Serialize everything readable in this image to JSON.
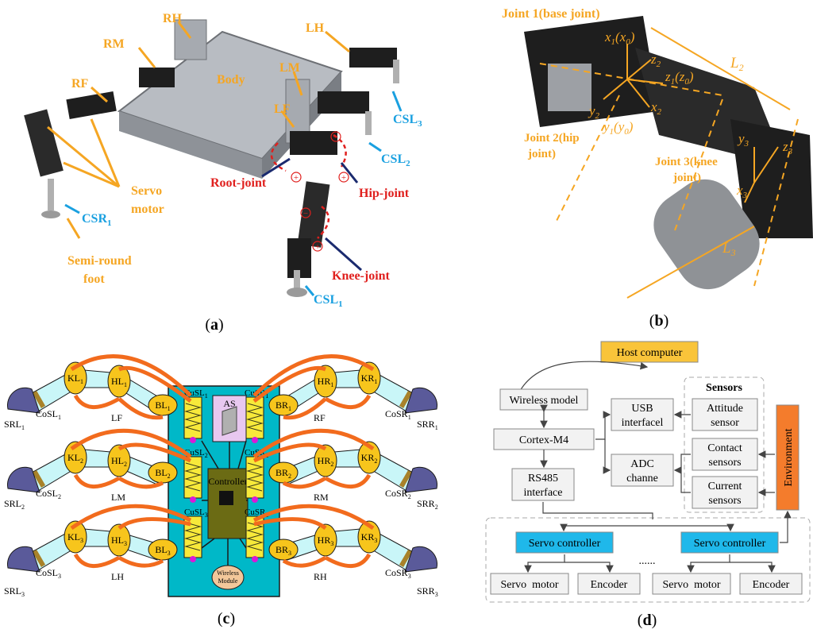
{
  "captions": {
    "a": {
      "open": "(",
      "letter": "a",
      "close": ")"
    },
    "b": {
      "open": "(",
      "letter": "b",
      "close": ")"
    },
    "c": {
      "open": "(",
      "letter": "c",
      "close": ")"
    },
    "d": {
      "open": "(",
      "letter": "d",
      "close": ")"
    }
  },
  "panel_a": {
    "labels": {
      "rh": "RH",
      "lh": "LH",
      "rm": "RM",
      "lm": "LM",
      "rf": "RF",
      "lf": "LF",
      "body": "Body",
      "servo1": "Servo",
      "servo2": "motor",
      "semi1": "Semi-round",
      "semi2": "foot",
      "csr1": "CSR",
      "csr1_sub": "1",
      "csl3": "CSL",
      "csl3_sub": "3",
      "csl2": "CSL",
      "csl2_sub": "2",
      "csl1": "CSL",
      "csl1_sub": "1",
      "root_joint": "Root-joint",
      "hip_joint": "Hip-joint",
      "knee_joint": "Knee-joint",
      "plus": "+",
      "minus": "−"
    }
  },
  "panel_b": {
    "labels": {
      "joint1": "Joint 1(base joint)",
      "joint2a": "Joint 2(hip",
      "joint2b": "joint)",
      "joint3a": "Joint 3(knee",
      "joint3b": "joint)",
      "x1": "x",
      "x1_sub": "1",
      "x1_paren": "(x",
      "x1_paren_sub": "0",
      "x1_close": ")",
      "z2": "z",
      "z2_sub": "2",
      "z1": "z",
      "z1_sub": "1",
      "z1_paren": "(z",
      "z1_paren_sub": "0",
      "z1_close": ")",
      "x2": "x",
      "x2_sub": "2",
      "y2": "y",
      "y2_sub": "2",
      "y1": "y",
      "y1_sub": "1",
      "y1_paren": "(y",
      "y1_paren_sub": "0",
      "y1_close": ")",
      "y3": "y",
      "y3_sub": "3",
      "z3": "z",
      "z3_sub": "3",
      "x3": "x",
      "x3_sub": "3",
      "l2": "L",
      "l2_sub": "2",
      "l3": "L",
      "l3_sub": "3"
    }
  },
  "panel_c": {
    "labels": {
      "kl1": "KL",
      "kl1_sub": "1",
      "hl1": "HL",
      "hl1_sub": "1",
      "bl1": "BL",
      "bl1_sub": "1",
      "kl2": "KL",
      "kl2_sub": "2",
      "hl2": "HL",
      "hl2_sub": "2",
      "bl2": "BL",
      "bl2_sub": "2",
      "kl3": "KL",
      "kl3_sub": "3",
      "hl3": "HL",
      "hl3_sub": "3",
      "bl3": "BL",
      "bl3_sub": "3",
      "kr1": "KR",
      "kr1_sub": "1",
      "hr1": "HR",
      "hr1_sub": "1",
      "br1": "BR",
      "br1_sub": "1",
      "kr2": "KR",
      "kr2_sub": "2",
      "hr2": "HR",
      "hr2_sub": "2",
      "br2": "BR",
      "br2_sub": "2",
      "kr3": "KR",
      "kr3_sub": "3",
      "hr3": "HR",
      "hr3_sub": "3",
      "br3": "BR",
      "br3_sub": "3",
      "cusl1": "CuSL",
      "cusl1_sub": "1",
      "cusr1": "CuSR",
      "cusr1_sub": "1",
      "cusl2": "CuSL",
      "cusl2_sub": "2",
      "cusr2": "CuSR",
      "cusr2_sub": "2",
      "cusl3": "CuSL",
      "cusl3_sub": "3",
      "cusr3": "CuSR",
      "cusr3_sub": "3",
      "cosl1": "CoSL",
      "cosl1_sub": "1",
      "cosr1": "CoSR",
      "cosr1_sub": "1",
      "cosl2": "CoSL",
      "cosl2_sub": "2",
      "cosr2": "CoSR",
      "cosr2_sub": "2",
      "cosl3": "CoSL",
      "cosl3_sub": "3",
      "cosr3": "CoSR",
      "cosr3_sub": "3",
      "srl1": "SRL",
      "srl1_sub": "1",
      "srr1": "SRR",
      "srr1_sub": "1",
      "srl2": "SRL",
      "srl2_sub": "2",
      "srr2": "SRR",
      "srr2_sub": "2",
      "srl3": "SRL",
      "srl3_sub": "3",
      "srr3": "SRR",
      "srr3_sub": "3",
      "lf": "LF",
      "rf": "RF",
      "lm": "LM",
      "rm": "RM",
      "lh": "LH",
      "rh": "RH",
      "as": "AS",
      "controller": "Controller",
      "wireless1": "Wireless",
      "wireless2": "Module"
    }
  },
  "panel_d": {
    "host": "Host computer",
    "wireless": "Wireless model",
    "cortex": "Cortex-M4",
    "rs485a": "RS485",
    "rs485b": "interface",
    "usb_a": "USB",
    "usb_b": "interfacel",
    "adc_a": "ADC",
    "adc_b": "channe",
    "sensors": "Sensors",
    "attitude_a": "Attitude",
    "attitude_b": "sensor",
    "contact_a": "Contact",
    "contact_b": "sensors",
    "current_a": "Current",
    "current_b": "sensors",
    "environment": "Environment",
    "servo_ctrl_1": "Servo controller",
    "servo_ctrl_2": "Servo controller",
    "dots": "......",
    "servo_motor_1": "Servo  motor",
    "encoder_1": "Encoder",
    "servo_motor_2": "Servo  motor",
    "encoder_2": "Encoder"
  },
  "colors": {
    "orange_label": "#f5a623",
    "blue_label": "#1aa0e0",
    "red_label": "#e0201e",
    "navy_arrow": "#1a2a6e",
    "teal_body": "#00b8c8",
    "joint_yellow": "#f7c51c",
    "link_cyan": "#c9f6f8",
    "arrow_orange": "#f26b1d",
    "host_box": "#f9c43a",
    "servo_ctrl_box": "#1fb8ea",
    "env_box": "#f47c2c"
  }
}
